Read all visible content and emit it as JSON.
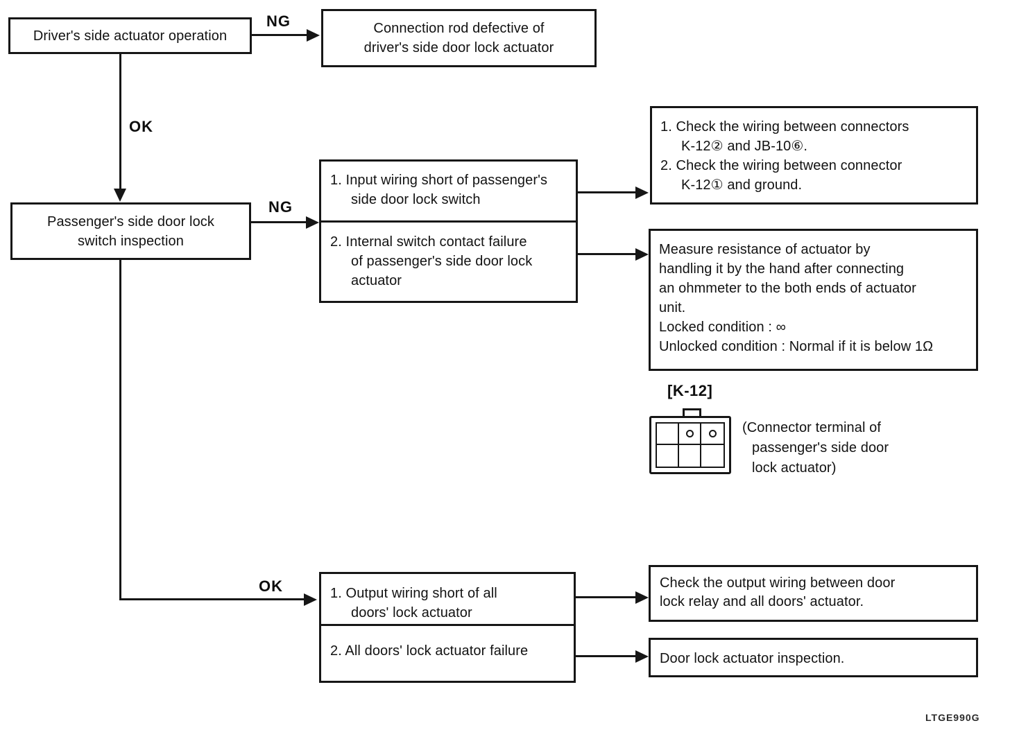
{
  "flowchart": {
    "nodes": {
      "driver_operation": "Driver's side actuator operation",
      "connection_rod_defect": "Connection rod defective of\ndriver's side door lock actuator",
      "passenger_switch_inspection": "Passenger's side door lock\nswitch inspection",
      "passenger_causes": {
        "item1": "1. Input wiring short of passenger's\nside door lock switch",
        "item2": "2. Internal switch contact failure\nof passenger's side door lock\nactuator"
      },
      "wiring_check": {
        "item1": "1. Check the wiring between connectors\nK-12② and JB-10⑥.",
        "item2": "2. Check the wiring between connector\nK-12① and ground."
      },
      "measure_resistance": "Measure resistance of actuator by\nhandling it by the hand after connecting\nan ohmmeter to the both ends of actuator\nunit.\nLocked condition : ∞\nUnlocked condition : Normal if it is below 1Ω",
      "alldoors_causes": {
        "item1": "1. Output wiring short of all\ndoors' lock actuator",
        "item2": "2. All doors' lock actuator failure"
      },
      "output_wiring_check": "Check the output wiring between door\nlock relay and all doors' actuator.",
      "door_lock_inspection": "Door lock actuator inspection."
    },
    "edge_labels": {
      "ng_driver": "NG",
      "ok_driver": "OK",
      "ng_passenger": "NG",
      "ok_passenger": "OK"
    },
    "connector": {
      "label": "[K-12]",
      "caption": "(Connector terminal of\npassenger's side door\nlock actuator)"
    },
    "ink_color": "#161616",
    "figure_code": "LTGE990G"
  }
}
